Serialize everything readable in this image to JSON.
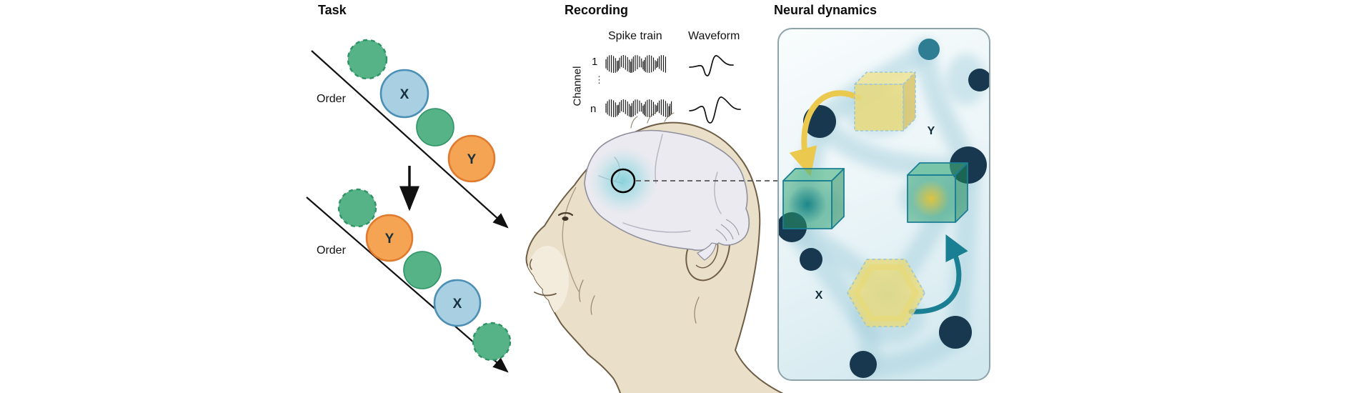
{
  "colors": {
    "ink": "#111111",
    "green": "#56b287",
    "green_edge": "#2f9465",
    "blue_fill": "#a9cfe3",
    "blue_edge": "#4a8fb5",
    "orange_fill": "#f4a452",
    "orange_edge": "#df7a2e",
    "skin": "#eadfc9",
    "skin_shade": "#f3ecdc",
    "skin_edge": "#6f5d45",
    "brain_fill": "#eaeaf0",
    "brain_edge": "#8f8f9d",
    "sulci": "#b4b4c2",
    "glow_teal": "#79ccd6",
    "panel_edge": "#8fa3ab",
    "blob": "#a9d2de",
    "navy": "#17384e",
    "teal_node": "#2e7d92",
    "cube_yellow": "#e7d97b",
    "cube_green": "#2aa06b",
    "cube_edge": "#1b7f93",
    "cube_dash": "#9cc8da",
    "arrow_yellow": "#eac94e",
    "arrow_teal": "#1b7f93"
  },
  "task": {
    "title": "Task",
    "order_label_1": "Order",
    "order_label_2": "Order",
    "seq1_item1_label": "X",
    "seq1_item2_label": "Y",
    "seq2_item1_label": "Y",
    "seq2_item2_label": "X"
  },
  "recording": {
    "title": "Recording",
    "spike_train_label": "Spike train",
    "waveform_label": "Waveform",
    "channel_label": "Channel",
    "channel_first": "1",
    "channel_ellipsis": "⋮",
    "channel_last": "n"
  },
  "neural_dynamics": {
    "title": "Neural dynamics",
    "y_label": "Y",
    "x_label": "X"
  }
}
